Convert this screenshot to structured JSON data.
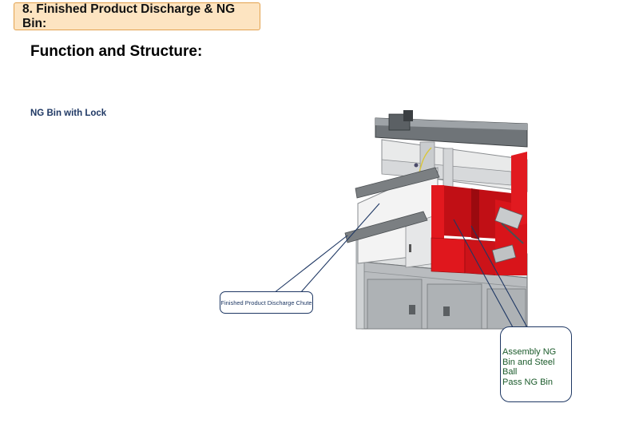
{
  "header": {
    "title": "8. Finished Product Discharge & NG Bin:",
    "subtitle": "Function and Structure:"
  },
  "labels": {
    "ng_bin_lock": "NG Bin with Lock"
  },
  "callouts": {
    "chute": "Finished Product Discharge Chute",
    "ng_bin_lines": [
      "Assembly NG",
      "Bin and Steel Ball",
      "Pass NG Bin"
    ]
  },
  "colors": {
    "title_fill": "#fde4c1",
    "title_border": "#e3a24f",
    "callout_border": "#1f3864",
    "bin_red": "#d8141a",
    "cabinet_grey": "#b9bcbf"
  }
}
